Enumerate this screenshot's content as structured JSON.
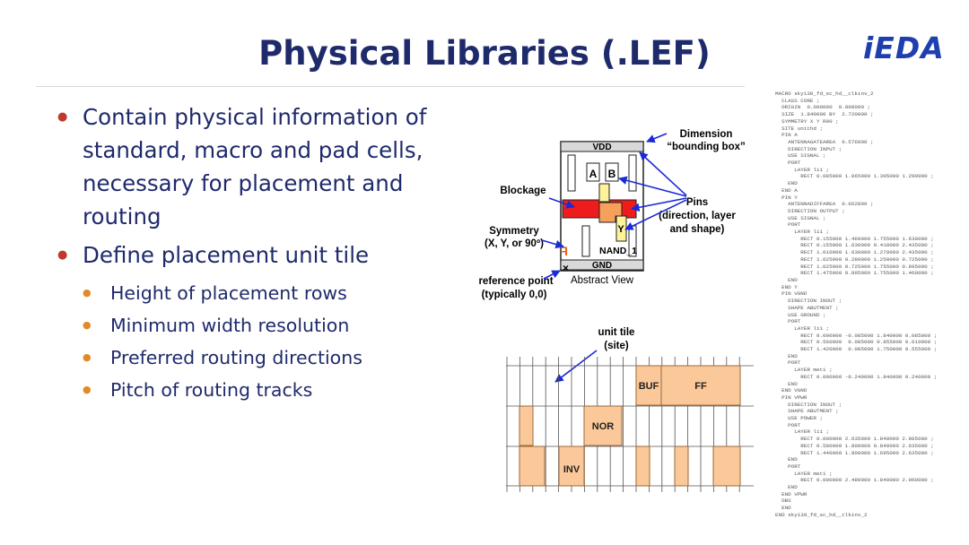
{
  "title": "Physical Libraries (.LEF)",
  "logo": "iEDA",
  "bullets": [
    {
      "text": "Contain physical information of standard, macro and pad cells, necessary for placement and routing",
      "sub": []
    },
    {
      "text": "Define placement unit tile",
      "sub": [
        "Height of placement rows",
        "Minimum width resolution",
        "Preferred routing directions",
        "Pitch of routing tracks"
      ]
    }
  ],
  "abstract_view": {
    "vdd": "VDD",
    "gnd": "GND",
    "pin_a": "A",
    "pin_b": "B",
    "pin_y": "Y",
    "cell_name": "NAND_1",
    "caption": "Abstract View",
    "dimension_label": [
      "Dimension",
      "“bounding box”"
    ],
    "blockage_label": "Blockage",
    "pins_label": [
      "Pins",
      "(direction, layer",
      "and shape)"
    ],
    "symmetry_label": [
      "Symmetry",
      "(X, Y, or 90º)"
    ],
    "symmetry_glyph": "F",
    "ref_label": [
      "reference point",
      "(typically 0,0)"
    ]
  },
  "placement": {
    "unit_tile_label": [
      "unit tile",
      "(site)"
    ],
    "cells": [
      "BUF",
      "FF",
      "NOR",
      "INV"
    ]
  },
  "lef_code": [
    "MACRO sky130_fd_sc_hd__clkinv_2",
    "  CLASS CORE ;",
    "  ORIGIN  0.000000  0.000000 ;",
    "  SIZE  1.840000 BY  2.720000 ;",
    "  SYMMETRY X Y R90 ;",
    "  SITE unithd ;",
    "  PIN A",
    "    ANTENNAGATEAREA  0.576000 ;",
    "    DIRECTION INPUT ;",
    "    USE SIGNAL ;",
    "    PORT",
    "      LAYER li1 ;",
    "        RECT 0.085000 1.065000 1.305000 1.290000 ;",
    "    END",
    "  END A",
    "  PIN Y",
    "    ANTENNADIFFAREA  0.662800 ;",
    "    DIRECTION OUTPUT ;",
    "    USE SIGNAL ;",
    "    PORT",
    "      LAYER li1 ;",
    "        RECT 0.155000 1.460000 1.755000 1.630000 ;",
    "        RECT 0.155000 1.630000 0.410000 2.435000 ;",
    "        RECT 1.010000 1.630000 1.270000 2.435000 ;",
    "        RECT 1.025000 0.280000 1.250000 0.725000 ;",
    "        RECT 1.025000 0.725000 1.755000 0.895000 ;",
    "        RECT 1.475000 0.895000 1.755000 1.460000 ;",
    "    END",
    "  END Y",
    "  PIN VGND",
    "    DIRECTION INOUT ;",
    "    SHAPE ABUTMENT ;",
    "    USE GROUND ;",
    "    PORT",
    "      LAYER li1 ;",
    "        RECT 0.000000 -0.085000 1.840000 0.085000 ;",
    "        RECT 0.560000  0.085000 0.855000 0.610000 ;",
    "        RECT 1.420000  0.085000 1.750000 0.555000 ;",
    "    END",
    "    PORT",
    "      LAYER met1 ;",
    "        RECT 0.000000 -0.240000 1.840000 0.240000 ;",
    "    END",
    "  END VGND",
    "  PIN VPWR",
    "    DIRECTION INOUT ;",
    "    SHAPE ABUTMENT ;",
    "    USE POWER ;",
    "    PORT",
    "      LAYER li1 ;",
    "        RECT 0.000000 2.635000 1.840000 2.805000 ;",
    "        RECT 0.580000 1.800000 0.840000 2.635000 ;",
    "        RECT 1.440000 1.800000 1.695000 2.635000 ;",
    "    END",
    "    PORT",
    "      LAYER met1 ;",
    "        RECT 0.000000 2.480000 1.840000 2.960000 ;",
    "    END",
    "  END VPWR",
    "  OBS",
    "  END",
    "END sky130_fd_sc_hd__clkinv_2"
  ],
  "colors": {
    "title": "#1f2a6b",
    "logo": "#1f3fae",
    "bullet_red": "#c0392b",
    "bullet_orange": "#e08a2a",
    "blockage": "#ee1c1c",
    "pin_fill": "#fff29a",
    "pin_orange": "#f6a15b",
    "cell_fill": "#fbc89a",
    "cell_stroke": "#9a6a3a",
    "arrow": "#1a2ad6",
    "symmetry": "#e8601c"
  }
}
